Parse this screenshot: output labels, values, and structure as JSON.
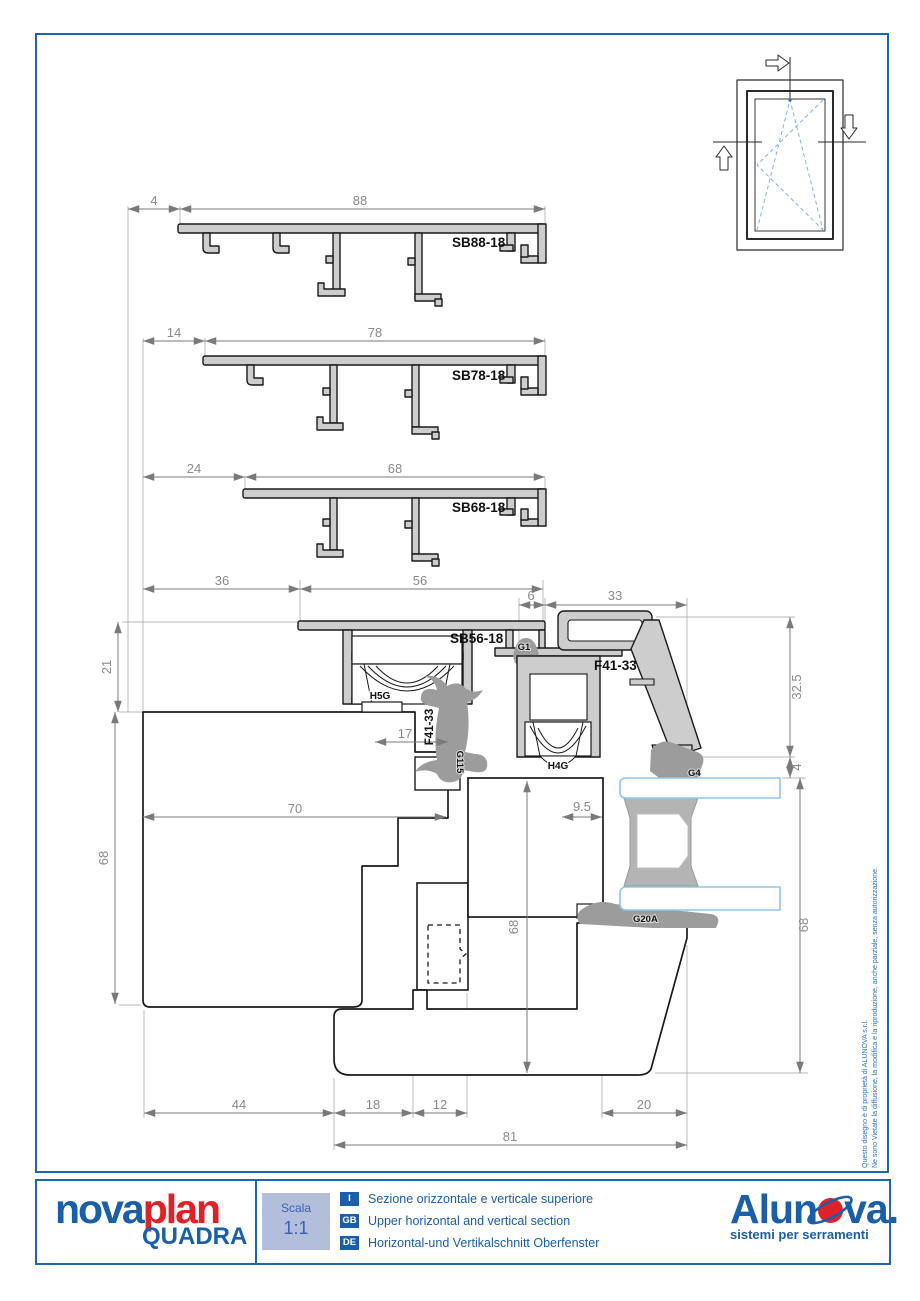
{
  "drawing": {
    "profile_labels": {
      "sb88": "SB88-18",
      "sb78": "SB78-18",
      "sb68": "SB68-18",
      "sb56": "SB56-18",
      "f41_upper": "F41-33",
      "f41_side": "F41-33"
    },
    "component_labels": {
      "h5g": "H5G",
      "h4g": "H4G",
      "g1": "G1",
      "g115": "G115",
      "g4": "G4",
      "g20a": "G20A"
    },
    "dims": {
      "d4": "4",
      "d88": "88",
      "d14": "14",
      "d78": "78",
      "d24": "24",
      "d68a": "68",
      "d36": "36",
      "d56": "56",
      "d6": "6",
      "d33": "33",
      "d21": "21",
      "d325": "32.5",
      "d4b": "4",
      "d17": "17",
      "d70": "70",
      "d95": "9.5",
      "d68L": "68",
      "d68M": "68",
      "d68R": "68",
      "d44": "44",
      "d18": "18",
      "d12": "12",
      "d20": "20",
      "d81": "81"
    }
  },
  "footer": {
    "brand": {
      "name_part1": "nova",
      "name_part2": "plan",
      "series": "QUADRA"
    },
    "scale": {
      "label": "Scala",
      "value": "1:1"
    },
    "descriptions": [
      {
        "tag": "I",
        "text": "Sezione orizzontale e verticale superiore"
      },
      {
        "tag": "GB",
        "text": "Upper horizontal and vertical section"
      },
      {
        "tag": "DE",
        "text": "Horizontal-und Vertikalschnitt Oberfenster"
      }
    ],
    "alunova": {
      "name_part1": "Alun",
      "name_part2": "va.",
      "tagline": "sistemi per serramenti"
    }
  },
  "copyright": {
    "line1": "Questo disegno è di proprietà di ALUNOVA s.r.l.",
    "line2": "Ne sono Vietate la diffusione, la modifica e la riproduzione, anche parziale, senza autorizzazione."
  },
  "colors": {
    "accent_blue": "#2166ad",
    "brand_blue": "#1b5ea9",
    "brand_red": "#e02128",
    "dim_gray": "#8a8a8a",
    "profile_gray": "#cdcdcd",
    "gasket_gray": "#9c9c9c",
    "glass_blue": "#8ec6ea"
  }
}
